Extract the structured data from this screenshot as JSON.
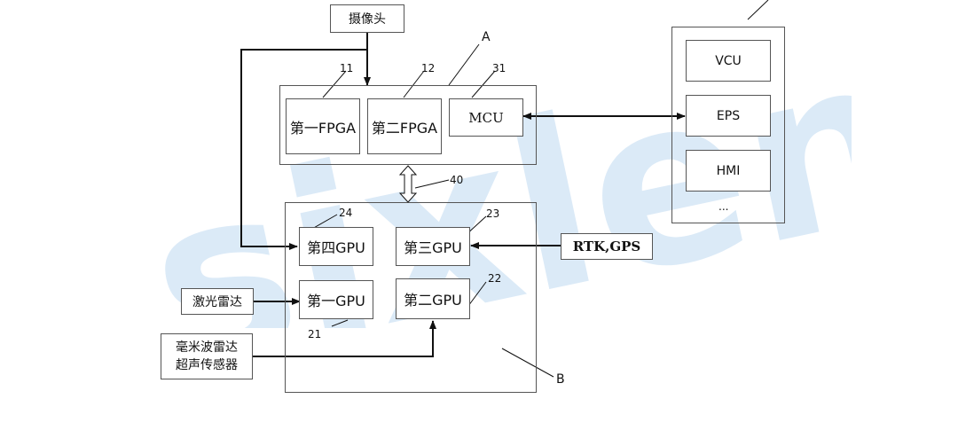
{
  "nodes": {
    "camera": "摄像头",
    "fpga1": "第一FPGA",
    "fpga2": "第二FPGA",
    "mcu": "MCU",
    "vcu": "VCU",
    "eps": "EPS",
    "hmi": "HMI",
    "ellipsis": "...",
    "gpu4": "第四GPU",
    "gpu3": "第三GPU",
    "gpu1": "第一GPU",
    "gpu2": "第二GPU",
    "rtk_gps": "RTK,GPS",
    "lidar": "激光雷达",
    "mmwave_ultrasonic_line1": "毫米波雷达",
    "mmwave_ultrasonic_line2": "超声传感器"
  },
  "labels": {
    "a": "A",
    "b": "B",
    "n11": "11",
    "n12": "12",
    "n31": "31",
    "n40": "40",
    "n24": "24",
    "n23": "23",
    "n22": "22",
    "n21": "21"
  },
  "watermark": "sixlens",
  "colors": {
    "line": "#111111",
    "border": "#555555",
    "watermark": "#d6e8f7"
  }
}
